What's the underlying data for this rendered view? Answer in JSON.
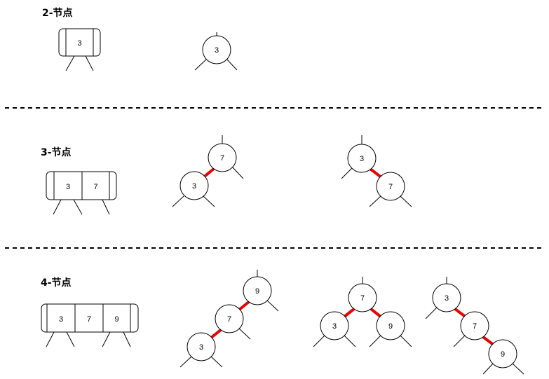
{
  "sections": [
    {
      "title": "2-节点"
    },
    {
      "title": "3-节点"
    },
    {
      "title": "4-节点"
    }
  ],
  "two_node": {
    "box_key": "3",
    "tree_key": "3"
  },
  "three_node": {
    "box_keys": [
      "3",
      "7"
    ],
    "left_leaning": {
      "parent": "7",
      "child": "3"
    },
    "right_leaning": {
      "parent": "3",
      "child": "7"
    }
  },
  "four_node": {
    "box_keys": [
      "3",
      "7",
      "9"
    ],
    "left_chain": {
      "top": "9",
      "middle": "7",
      "bottom": "3"
    },
    "balanced": {
      "root": "7",
      "left": "3",
      "right": "9"
    },
    "right_chain": {
      "top": "3",
      "middle": "7",
      "bottom": "9"
    }
  },
  "colors": {
    "red_link": "#ee0000",
    "line": "#000000"
  }
}
